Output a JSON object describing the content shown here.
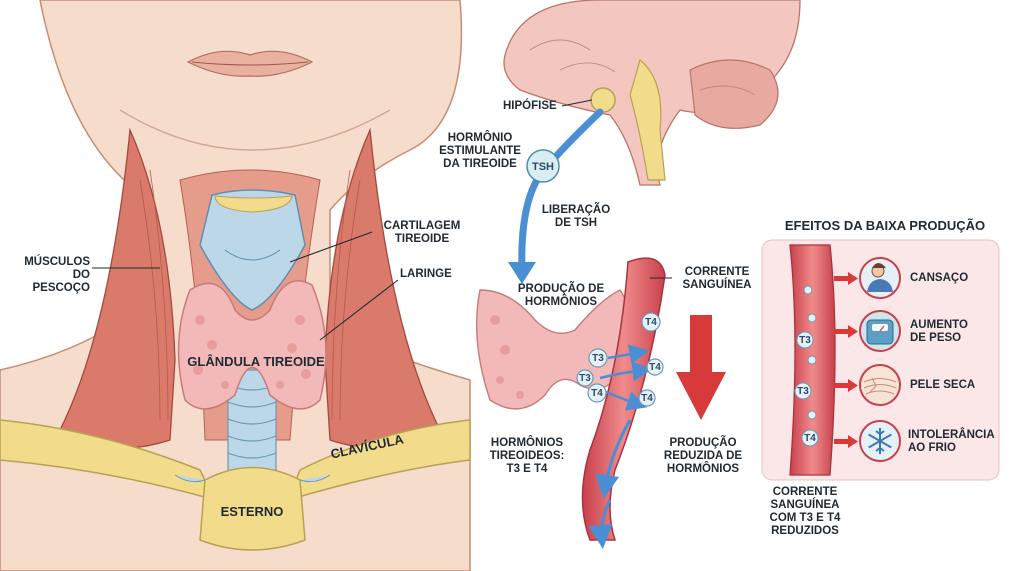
{
  "anatomy": {
    "hipofise": "HIPÓFISE",
    "musculos": [
      "MÚSCULOS",
      "DO PESCOÇO"
    ],
    "cartilagem": [
      "CARTILAGEM",
      "TIREOIDE"
    ],
    "laringe": "LARINGE",
    "glandula": "GLÂNDULA TIREOIDE",
    "clavicula": "CLAVÍCULA",
    "esterno": "ESTERNO"
  },
  "pathway": {
    "tsh_full": [
      "HORMÔNIO",
      "ESTIMULANTE",
      "DA TIREOIDE"
    ],
    "tsh_badge": "TSH",
    "liberacao": [
      "LIBERAÇÃO",
      "DE TSH"
    ],
    "producao": [
      "PRODUÇÃO DE",
      "HORMÔNIOS"
    ],
    "corrente": [
      "CORRENTE",
      "SANGUÍNEA"
    ],
    "hormonios": [
      "HORMÔNIOS",
      "TIREOIDEOS:",
      "T3 E T4"
    ],
    "reduzida": [
      "PRODUÇÃO",
      "REDUZIDA DE",
      "HORMÔNIOS"
    ],
    "t3": "T3",
    "t4": "T4"
  },
  "effects": {
    "title": "EFEITOS DA BAIXA PRODUÇÃO",
    "items": [
      {
        "label": [
          "CANSAÇO"
        ],
        "icon": "tired-person-icon"
      },
      {
        "label": [
          "AUMENTO",
          "DE PESO"
        ],
        "icon": "scale-icon"
      },
      {
        "label": [
          "PELE SECA"
        ],
        "icon": "dry-skin-icon"
      },
      {
        "label": [
          "INTOLERÂNCIA",
          "AO FRIO"
        ],
        "icon": "snowflake-icon"
      }
    ],
    "caption": [
      "CORRENTE",
      "SANGUÍNEA",
      "COM T3 E T4",
      "REDUZIDOS"
    ]
  },
  "colors": {
    "skin": "#f6dccb",
    "muscle": "#d97a6a",
    "bone": "#f2dc8c",
    "cartilage": "#bcd8e8",
    "thyroid": "#f3b9b9",
    "vessel": "#d8505a",
    "arrow_blue": "#4a8fd4",
    "arrow_red": "#d83a3a",
    "panel_bg": "#fbe7e7"
  }
}
